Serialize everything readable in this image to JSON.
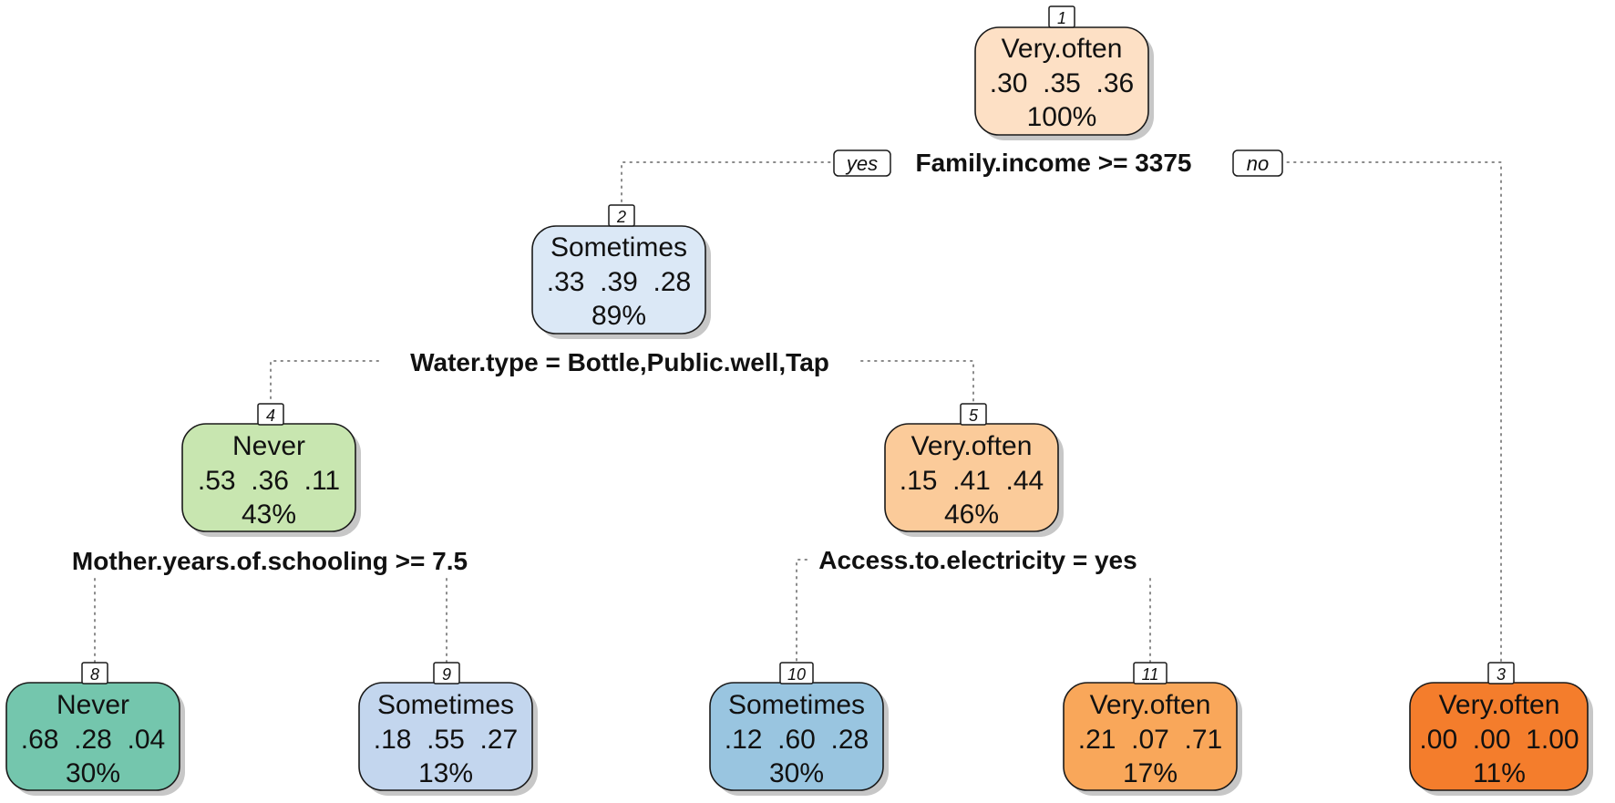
{
  "tree": {
    "colors": {
      "Never": [
        "#c8e6b0",
        "#74c6ad"
      ],
      "Sometimes": [
        "#dbe8f6",
        "#c3d6ee",
        "#99c5e0"
      ],
      "Very.often": [
        "#fde0c5",
        "#fbcb9a",
        "#f9a75a",
        "#f47d2c"
      ]
    },
    "nodes": [
      {
        "id": "1",
        "label": "Very.often",
        "probs": ".30  .35  .36",
        "pct": "100%",
        "color": "#fde0c5"
      },
      {
        "id": "2",
        "label": "Sometimes",
        "probs": ".33  .39  .28",
        "pct": "89%",
        "color": "#dbe8f6"
      },
      {
        "id": "4",
        "label": "Never",
        "probs": ".53  .36  .11",
        "pct": "43%",
        "color": "#c8e6b0"
      },
      {
        "id": "5",
        "label": "Very.often",
        "probs": ".15  .41  .44",
        "pct": "46%",
        "color": "#fbcb9a"
      },
      {
        "id": "8",
        "label": "Never",
        "probs": ".68  .28  .04",
        "pct": "30%",
        "color": "#74c6ad"
      },
      {
        "id": "9",
        "label": "Sometimes",
        "probs": ".18  .55  .27",
        "pct": "13%",
        "color": "#c3d6ee"
      },
      {
        "id": "10",
        "label": "Sometimes",
        "probs": ".12  .60  .28",
        "pct": "30%",
        "color": "#99c5e0"
      },
      {
        "id": "11",
        "label": "Very.often",
        "probs": ".21  .07  .71",
        "pct": "17%",
        "color": "#f9a75a"
      },
      {
        "id": "3",
        "label": "Very.often",
        "probs": ".00  .00  1.00",
        "pct": "11%",
        "color": "#f47d2c"
      }
    ],
    "splits": [
      {
        "at": "1",
        "text": "Family.income >= 3375",
        "yes": "yes",
        "no": "no"
      },
      {
        "at": "2",
        "text": "Water.type = Bottle,Public.well,Tap"
      },
      {
        "at": "4",
        "text": "Mother.years.of.schooling >= 7.5"
      },
      {
        "at": "5",
        "text": "Access.to.electricity = yes"
      }
    ]
  }
}
